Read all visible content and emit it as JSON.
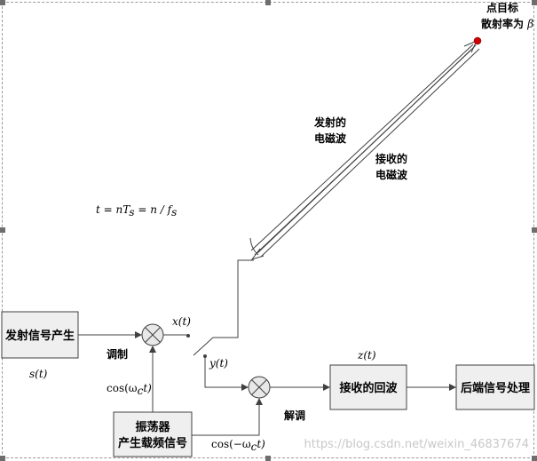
{
  "blocks": {
    "transmit_signal": "发射信号产生",
    "oscillator_line1": "振荡器",
    "oscillator_line2": "产生载频信号",
    "received_echo": "接收的回波",
    "post_processing": "后端信号处理"
  },
  "labels": {
    "modulation": "调制",
    "demodulation": "解调",
    "transmitted_wave_line1": "发射的",
    "transmitted_wave_line2": "电磁波",
    "received_wave_line1": "接收的",
    "received_wave_line2": "电磁波",
    "target_line1": "点目标",
    "target_line2_prefix": "散射率为 ",
    "target_beta": "β"
  },
  "math": {
    "s_t": "s(t)",
    "x_t": "x(t)",
    "y_t": "y(t)",
    "z_t": "z(t)",
    "cos_carrier": "cos(ω",
    "cos_carrier_sub": "c",
    "cos_carrier_tail": "t)",
    "cos_neg_carrier": "cos(−ω",
    "cos_neg_carrier_sub": "c",
    "cos_neg_carrier_tail": "t)",
    "time_eq_t": "t = nT",
    "time_eq_sub_s": "s",
    "time_eq_rest": " = n / f",
    "time_eq_sub_s2": "s"
  },
  "watermark": "https://blog.csdn.net/weixin_46837674",
  "colors": {
    "target_dot": "#cc0000",
    "box_fill": "#efefef",
    "line": "#404040",
    "watermark": "#c8c8c8"
  }
}
